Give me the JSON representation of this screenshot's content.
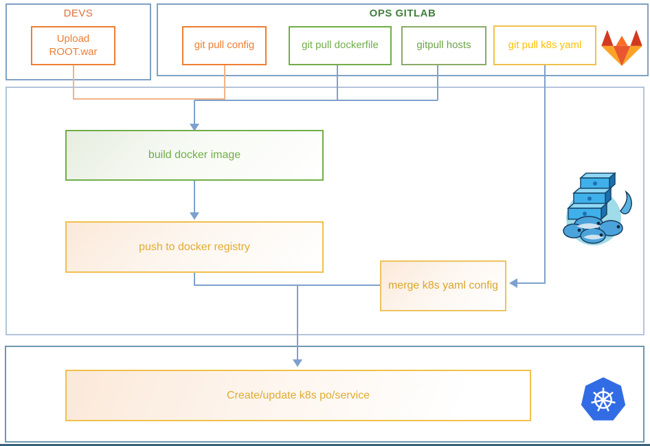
{
  "groups": {
    "devs": {
      "title": "DEVS"
    },
    "ops_gitlab": {
      "title": "OPS GITLAB"
    }
  },
  "nodes": {
    "upload_root_war": {
      "label": "Upload ROOT.war"
    },
    "git_pull_config": {
      "label": "git pull config"
    },
    "git_pull_dockerfile": {
      "label": "git pull dockerfile"
    },
    "gitpull_hosts": {
      "label": "gitpull hosts"
    },
    "git_pull_k8s_yaml": {
      "label": "git pull k8s yaml"
    },
    "build_docker_image": {
      "label": "build docker image"
    },
    "push_to_docker_registry": {
      "label": "push to docker registry"
    },
    "merge_k8s_yaml_config": {
      "label": "merge k8s yaml config"
    },
    "create_update_k8s": {
      "label": "Create/update k8s po/service"
    }
  },
  "icons": {
    "gitlab": "gitlab-logo",
    "docker": "docker-logo",
    "kubernetes": "kubernetes-logo"
  },
  "colors": {
    "orange": "#ED7D31",
    "orange_connector": "#F4B183",
    "green": "#70AD47",
    "green_title": "#41803C",
    "gold_border": "#F0C04A",
    "gold_text": "#D9A62C",
    "yellow": "#FFC000",
    "blue_connector": "#7DA0CC",
    "group_border": "#7FA0C4",
    "mid_container_border": "#B3C4DA",
    "bottom_container_border": "#6E96B0",
    "gitlab_red": "#E24329",
    "gitlab_orange": "#FC6D26",
    "gitlab_amber": "#FCA326",
    "kubernetes_blue": "#326CE5"
  }
}
